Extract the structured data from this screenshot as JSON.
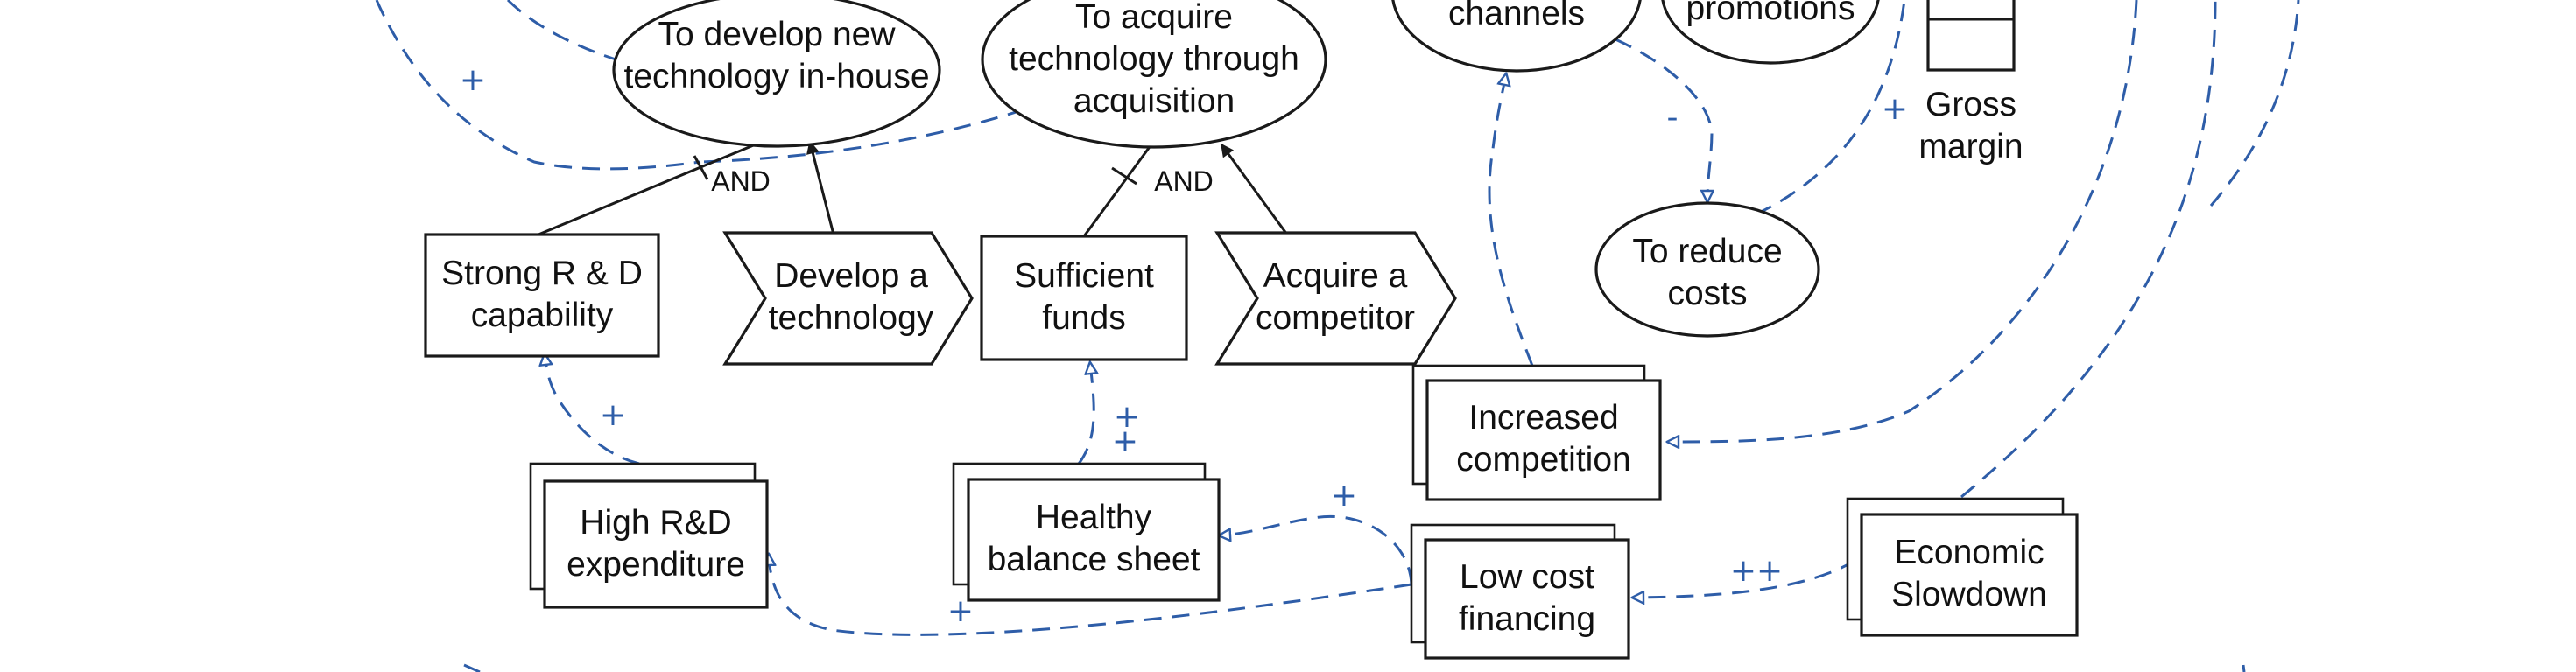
{
  "nodes": {
    "goal_develop": [
      "To develop new",
      "technology in-house"
    ],
    "goal_acquire": [
      "To acquire",
      "technology through",
      "acquisition"
    ],
    "goal_channels": [
      "channels"
    ],
    "goal_promotions": [
      "promotions"
    ],
    "goal_reduce_costs": [
      "To reduce",
      "costs"
    ],
    "kpi_gross_margin": [
      "Gross",
      "margin"
    ],
    "strong_rd": [
      "Strong R & D",
      "capability"
    ],
    "develop_tech": [
      "Develop a",
      "technology"
    ],
    "sufficient_funds": [
      "Sufficient",
      "funds"
    ],
    "acquire_competitor": [
      "Acquire a",
      "competitor"
    ],
    "high_rd": [
      "High R&D",
      "expenditure"
    ],
    "healthy_balance": [
      "Healthy",
      "balance sheet"
    ],
    "increased_competition": [
      "Increased",
      "competition"
    ],
    "low_cost_financing": [
      "Low cost",
      "financing"
    ],
    "economic_slowdown": [
      "Economic",
      "Slowdown"
    ]
  },
  "labels": {
    "and_left": "AND",
    "and_right": "AND",
    "plus_single": "+",
    "plus_double": "++",
    "minus": "-"
  },
  "colors": {
    "influence_link": "#2e5da8",
    "refinement_link": "#1a1a1a"
  }
}
